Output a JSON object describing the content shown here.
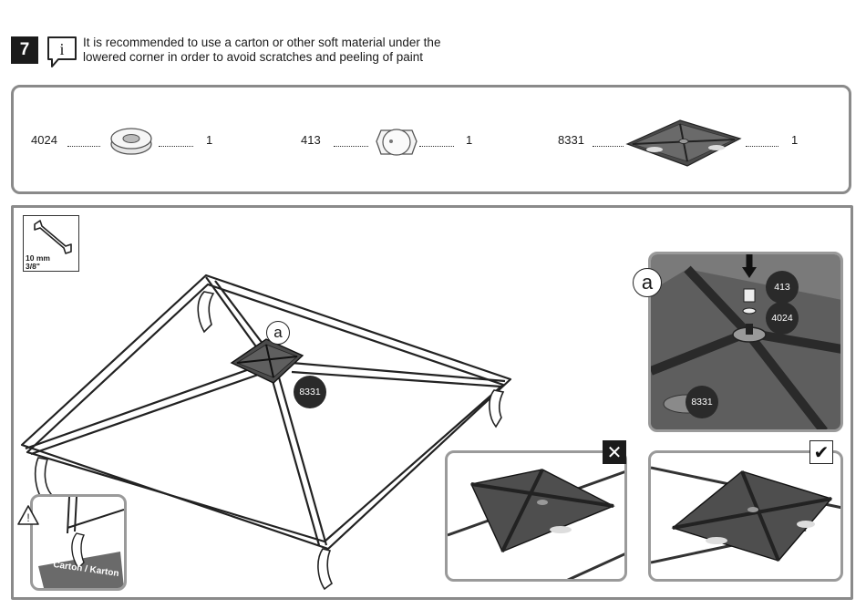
{
  "step": {
    "number": "7"
  },
  "note": {
    "line1": "It is recommended to use a carton or other soft material under the",
    "line2": "lowered corner in order to avoid scratches and peeling of paint"
  },
  "parts": [
    {
      "id": "4024",
      "qty": "1"
    },
    {
      "id": "413",
      "qty": "1"
    },
    {
      "id": "8331",
      "qty": "1"
    }
  ],
  "tool": {
    "size_line1": "10 mm",
    "size_line2": "3/8\""
  },
  "main": {
    "detail_letter": "a",
    "part_badge_main": "8331"
  },
  "detail_a": {
    "letter": "a",
    "badges": [
      "413",
      "4024",
      "8331"
    ]
  },
  "warning": {
    "label": "Carton / Karton"
  },
  "colors": {
    "accent_dark": "#1b1b1b",
    "frame_grey": "#8a8a8a",
    "part_grey": "#5a5a5a"
  }
}
